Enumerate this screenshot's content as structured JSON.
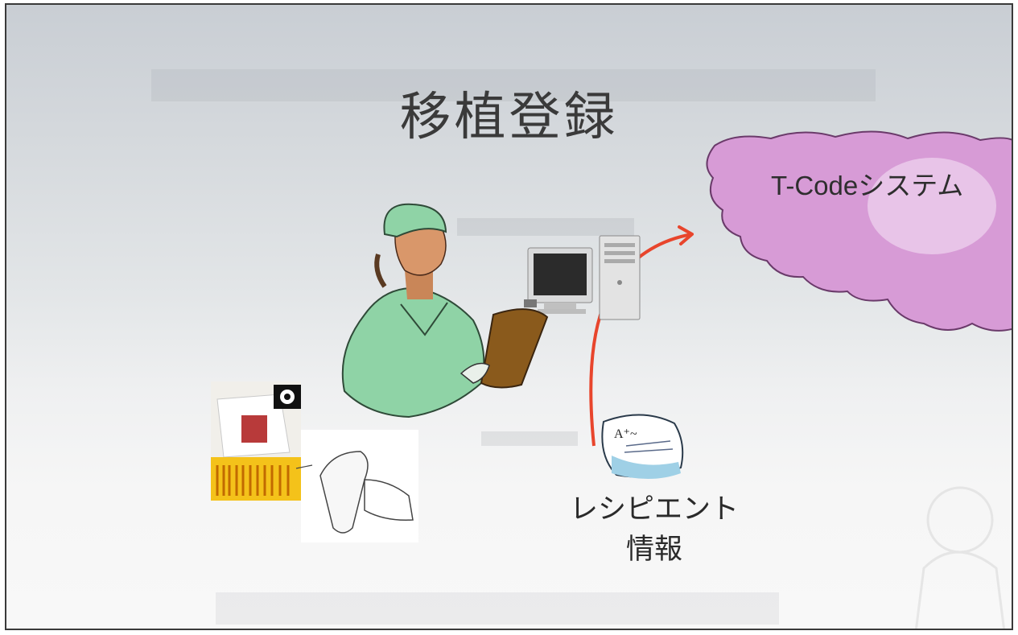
{
  "slide": {
    "title": "移植登録",
    "cloud_label": "T-Codeシステム",
    "recipient_label_line1": "レシピエント",
    "recipient_label_line2": "情報"
  },
  "colors": {
    "cloud": "#d79bd6",
    "cloud_edge": "#6a3a6a",
    "arrow": "#e8452c",
    "scrubs": "#8fd3a6",
    "clipboard": "#8a5a1c"
  },
  "icons": [
    "cloud-icon",
    "nurse-clipart",
    "computer-icon",
    "document-icon",
    "barcode-container-icon",
    "barcode-scanner-icon",
    "arrow-icon"
  ]
}
